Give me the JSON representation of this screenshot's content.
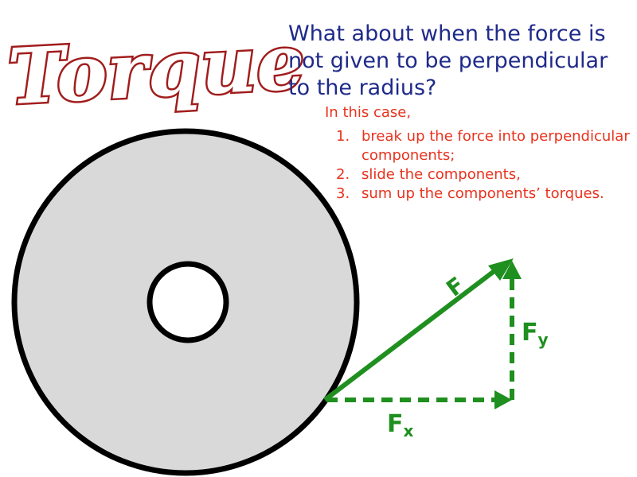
{
  "title": "Torque",
  "question": "What about when the force is not given to be perpendicular to the radius?",
  "intro": "In this case,",
  "steps": [
    {
      "num": "1.",
      "text": "break up the force into perpendicular components;"
    },
    {
      "num": "2.",
      "text": "slide the components,"
    },
    {
      "num": "3.",
      "text": "sum up the components’ torques."
    }
  ],
  "labels": {
    "force": "F",
    "fx_main": "F",
    "fx_sub": "x",
    "fy_main": "F",
    "fy_sub": "y"
  },
  "colors": {
    "title_fill": "#ffffff",
    "title_outline": "#a11d1d",
    "question": "#1f2a8a",
    "list": "#e8321e",
    "disk_fill": "#d9d9d9",
    "disk_outline": "#000000",
    "vectors": "#1f8f1f"
  }
}
